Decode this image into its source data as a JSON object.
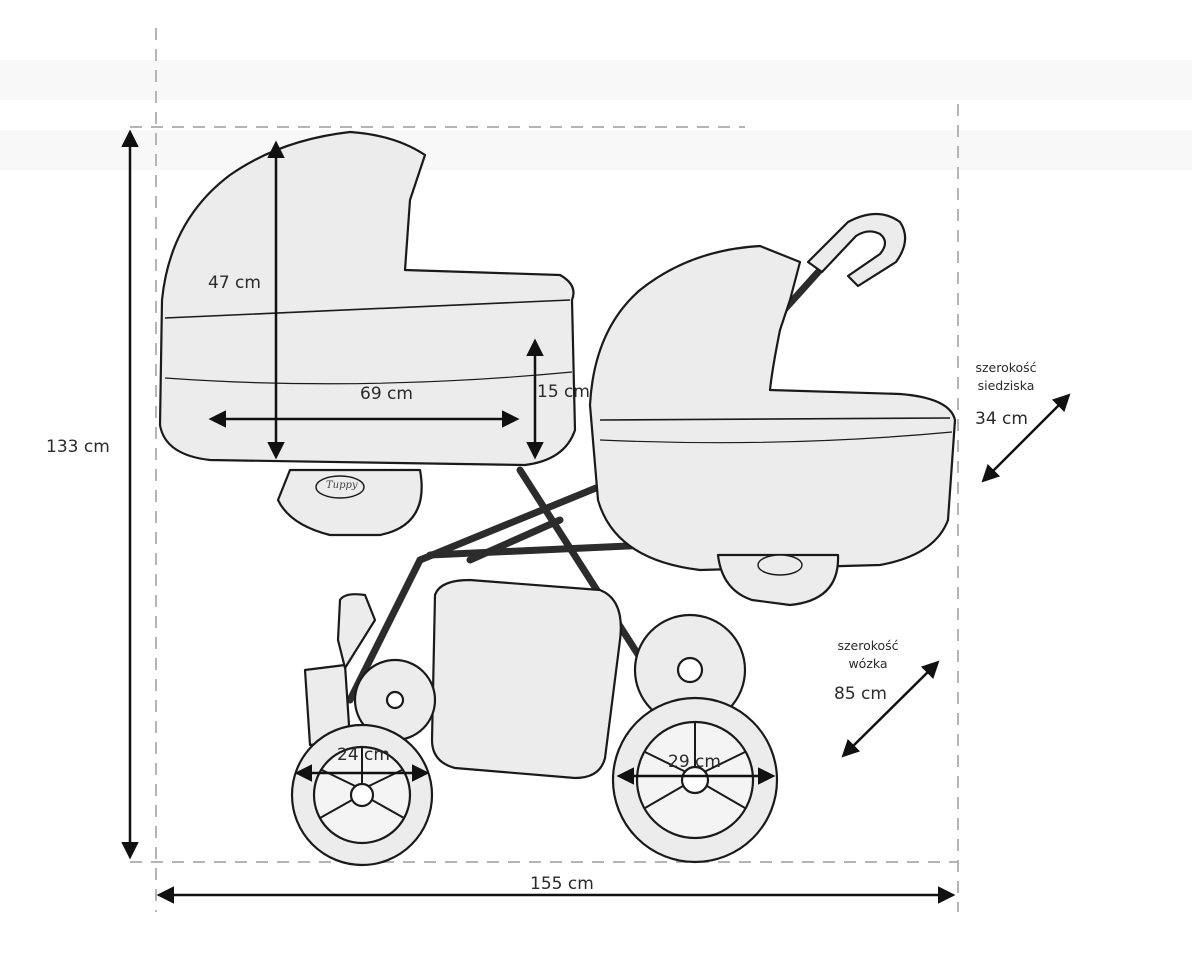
{
  "dimensions": {
    "total_height": "133 cm",
    "total_length": "155 cm",
    "carrycot_height": "47 cm",
    "carrycot_length": "69 cm",
    "carrycot_depth": "15 cm",
    "front_wheel": "24 cm",
    "rear_wheel": "29 cm"
  },
  "seat_width": {
    "label_line1": "szerokość",
    "label_line2": "siedziska",
    "value": "34 cm"
  },
  "stroller_width": {
    "label_line1": "szerokość",
    "label_line2": "wózka",
    "value": "85 cm"
  },
  "brand_badge": "Tuppy",
  "colors": {
    "line": "#111111",
    "dash": "#b0b0b0",
    "outline": "#1a1a1a",
    "fill": "#ececec",
    "frame": "#2c2c2c"
  }
}
